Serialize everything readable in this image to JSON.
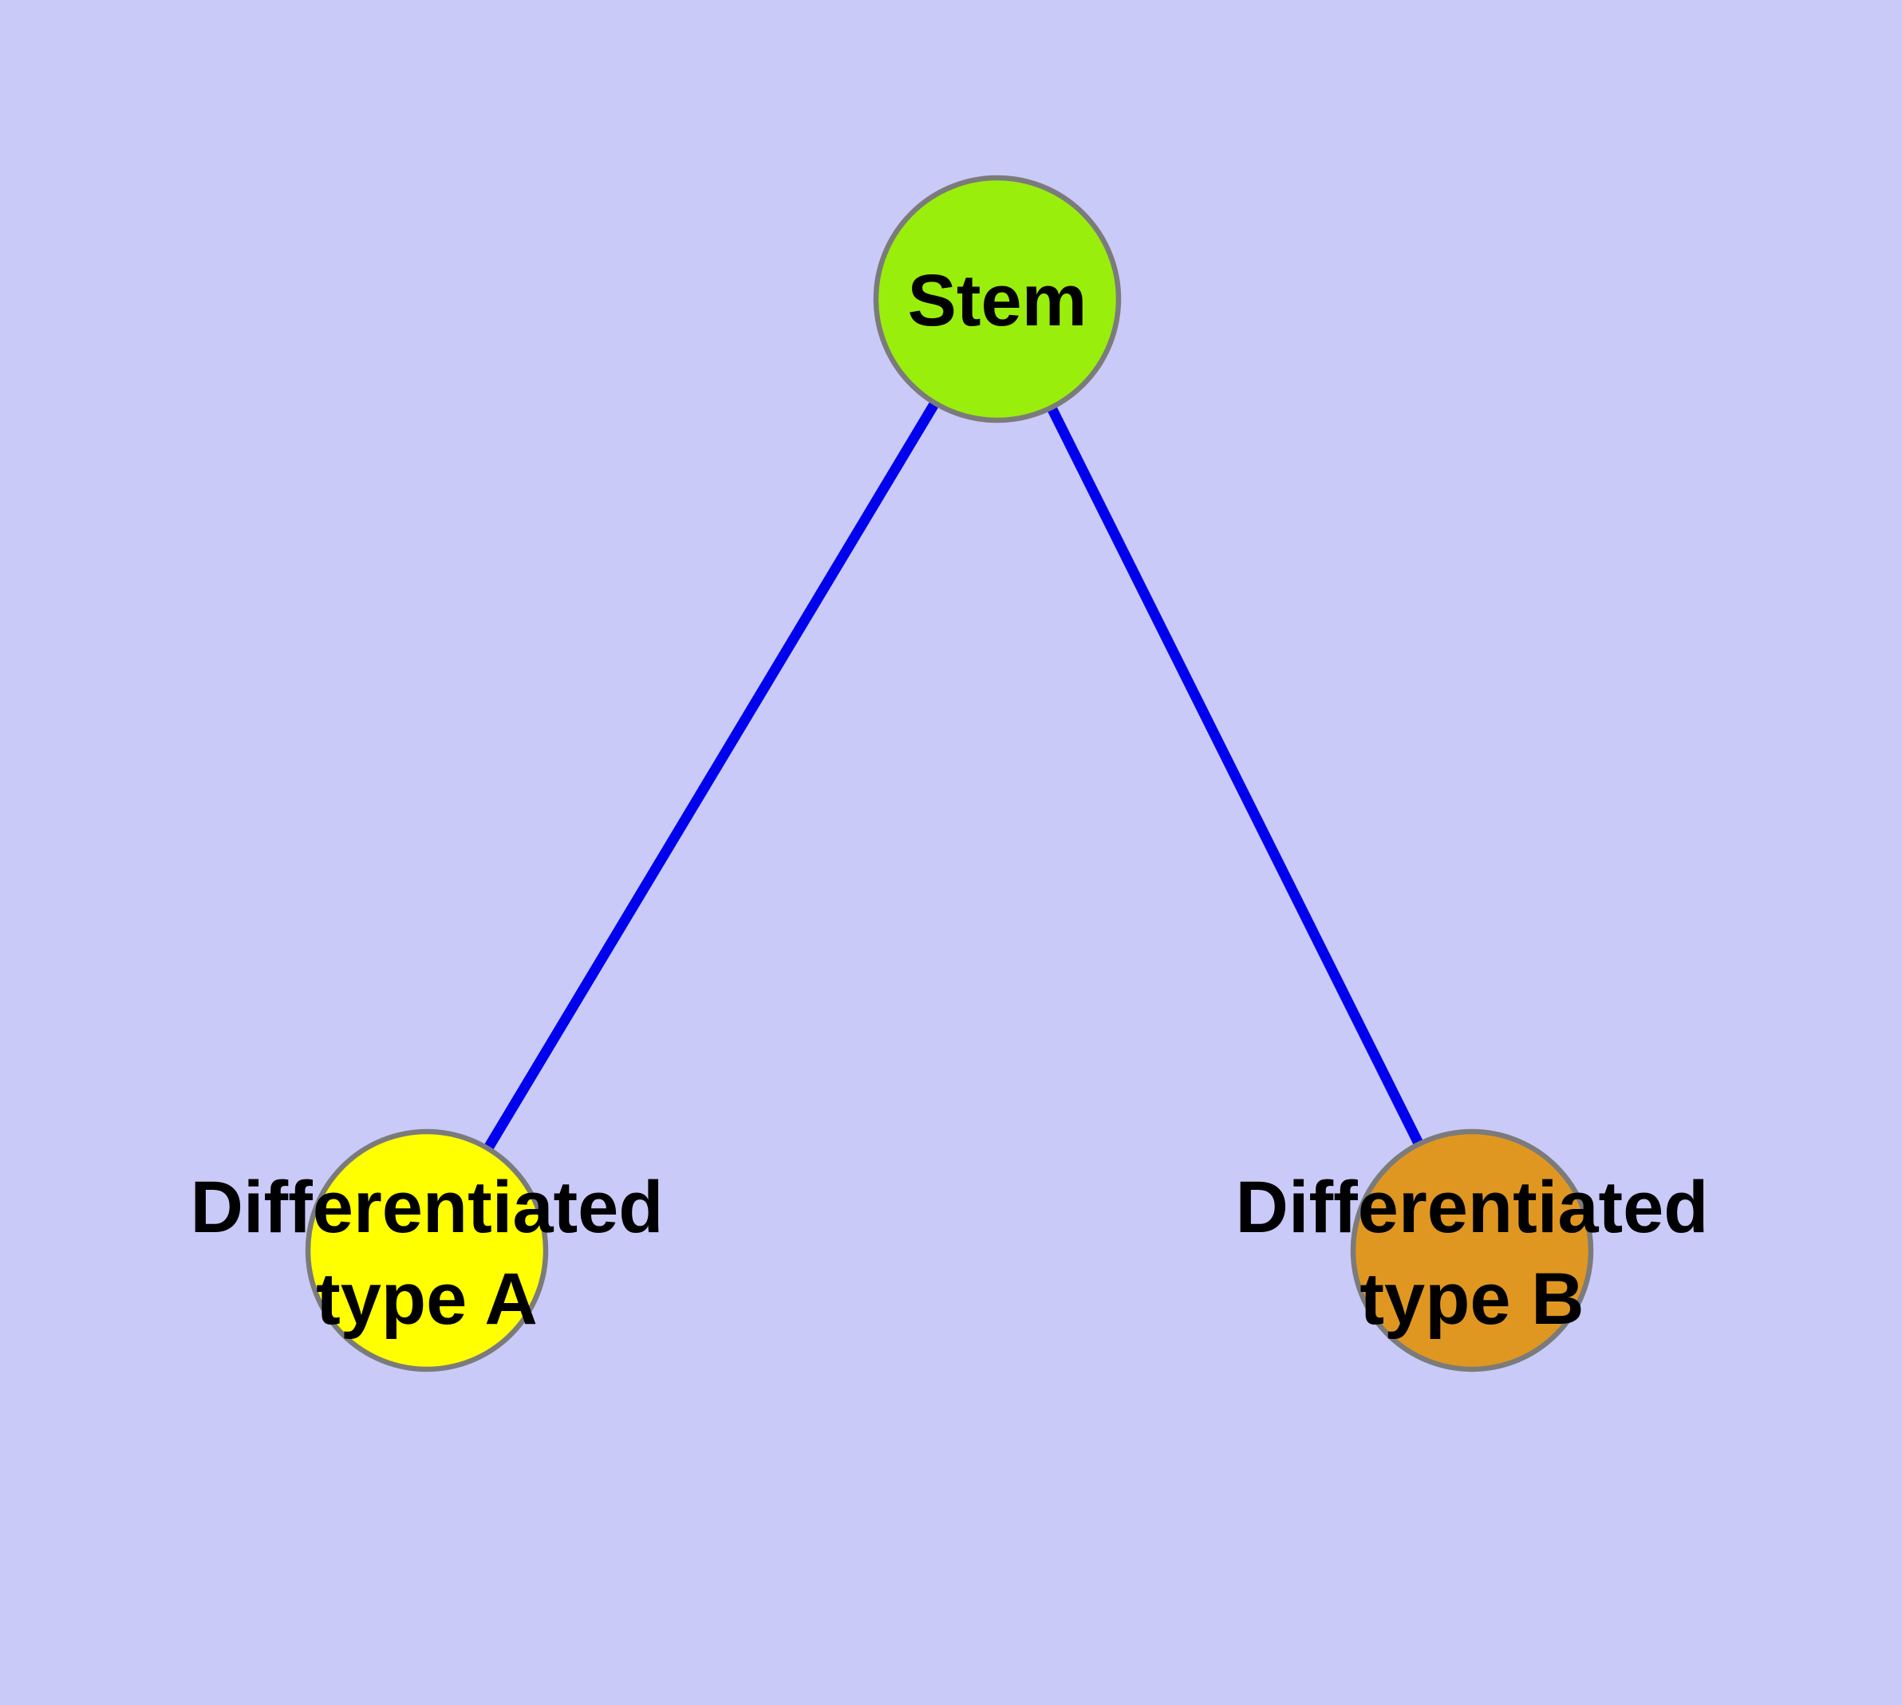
{
  "diagram": {
    "background_color": "#CACAF8",
    "edge_color": "#0000EE",
    "node_border_color": "#7B7B7B",
    "nodes": {
      "stem": {
        "label": "Stem",
        "color": "#9AEE0C"
      },
      "type_a": {
        "label_line1": "Differentiated",
        "label_line2": "type A",
        "color": "#FFFF00"
      },
      "type_b": {
        "label_line1": "Differentiated",
        "label_line2": "type B",
        "color": "#E09721"
      }
    },
    "edges": [
      {
        "from": "Stem",
        "to": "Differentiated type A"
      },
      {
        "from": "Stem",
        "to": "Differentiated type B"
      }
    ]
  }
}
